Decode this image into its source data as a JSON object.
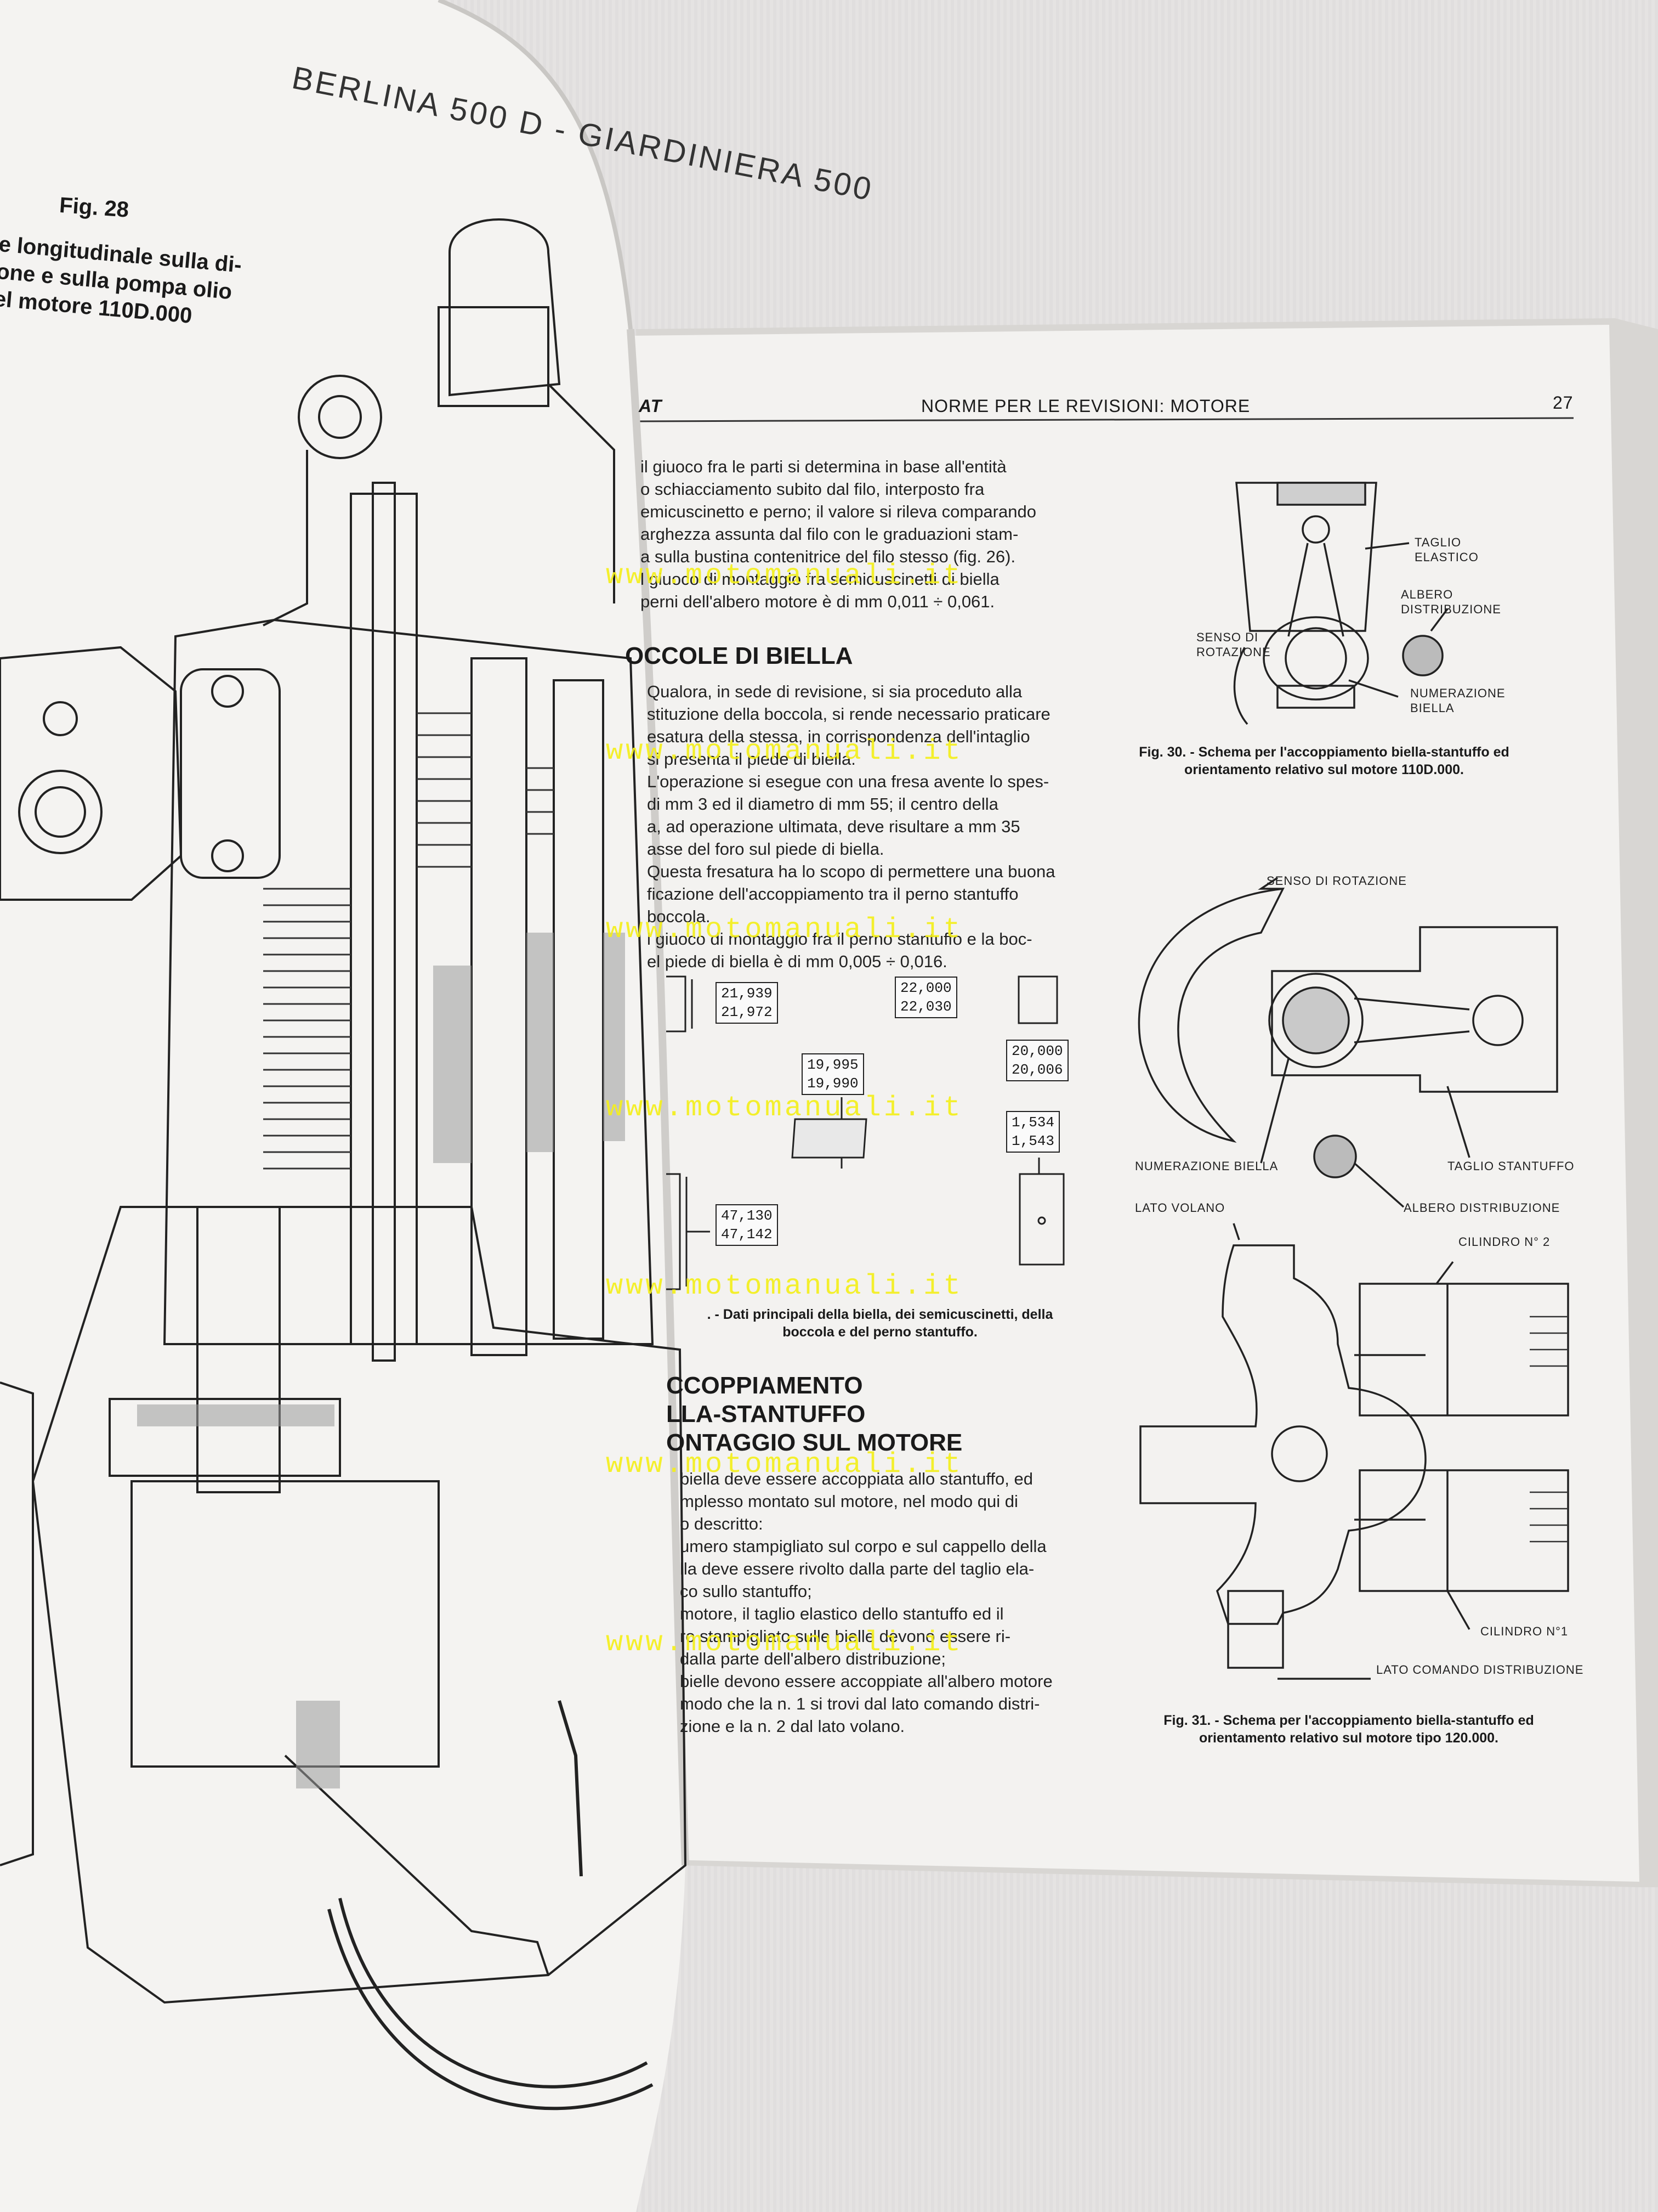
{
  "left_page": {
    "running_title": "BERLINA 500 D - GIARDINIERA 500",
    "figure_number": "Fig. 28",
    "figure_caption_lines": [
      "e longitudinale sulla di-",
      "one e sulla pompa olio",
      "el motore 110D.000"
    ]
  },
  "right_page": {
    "header_left": "AT",
    "header_center": "NORME PER LE REVISIONI: MOTORE",
    "page_number": "27",
    "intro_text": "il giuoco fra le parti si determina in base all'entità\no schiacciamento subito dal filo, interposto fra\nemicuscinetto e perno; il valore si rileva comparando\narghezza assunta dal filo con le graduazioni stam-\na sulla bustina contenitrice del filo stesso (fig. 26).\nl giuoco di montaggio fra semicuscinetti di biella\nperni dell'albero motore è di mm 0,011 ÷ 0,061.",
    "section1_title": "OCCOLE DI BIELLA",
    "section1_text": "Qualora, in sede di revisione, si sia proceduto alla\nstituzione della boccola, si rende necessario praticare\nesatura della stessa, in corrispondenza dell'intaglio\nsi presenta il piede di biella.\nL'operazione si esegue con una fresa avente lo spes-\ndi mm 3 ed il diametro di mm 55; il centro della\na, ad operazione ultimata, deve risultare a mm 35\nasse del foro sul piede di biella.\nQuesta fresatura ha lo scopo di permettere una buona\nficazione dell'accoppiamento tra il perno stantuffo\nboccola.\nl giuoco di montaggio fra il perno stantuffo e la boc-\nel piede di biella è di mm 0,005 ÷ 0,016.",
    "dimensions": {
      "d1": [
        "21,939",
        "21,972"
      ],
      "d2": [
        "22,000",
        "22,030"
      ],
      "d3": [
        "19,995",
        "19,990"
      ],
      "d4": [
        "20,000",
        "20,006"
      ],
      "d5": [
        "1,534",
        "1,543"
      ],
      "d6": [
        "47,130",
        "47,142"
      ]
    },
    "fig29_caption": ". - Dati principali della biella, dei semicuscinetti, della\nboccola e del perno stantuffo.",
    "section2_title": "CCOPPIAMENTO\nLLA-STANTUFFO\nONTAGGIO SUL MOTORE",
    "section2_text": "biella deve essere accoppiata allo stantuffo, ed\nmplesso montato sul motore, nel modo qui di\no descritto:\numero stampigliato sul corpo e sul cappello della\nlla deve essere rivolto dalla parte del taglio ela-\nco sullo stantuffo;\nmotore, il taglio elastico dello stantuffo ed il\nro stampigliato sulle bielle devono essere ri-\ndalla parte dell'albero distribuzione;\nbielle devono essere accoppiate all'albero motore\nmodo che la n. 1 si trovi dal lato comando distri-\nzione e la n. 2 dal lato volano.",
    "fig30": {
      "labels": {
        "taglio_elastico": "TAGLIO\nELASTICO",
        "albero_distribuzione": "ALBERO\nDISTRIBUZIONE",
        "senso_rotazione": "SENSO DI\nROTAZIONE",
        "numerazione_biella": "NUMERAZIONE\nBIELLA"
      },
      "caption": "Fig. 30. - Schema per l'accoppiamento biella-stantuffo ed\norientamento relativo sul motore 110D.000."
    },
    "fig31": {
      "labels": {
        "senso_rotazione": "SENSO DI ROTAZIONE",
        "numerazione_biella": "NUMERAZIONE BIELLA",
        "taglio_stantuffo": "TAGLIO STANTUFFO",
        "albero_distribuzione": "ALBERO DISTRIBUZIONE",
        "lato_volano": "LATO VOLANO",
        "cilindro_2": "CILINDRO N° 2",
        "cilindro_1": "CILINDRO N°1",
        "lato_comando": "LATO COMANDO DISTRIBUZIONE"
      },
      "caption": "Fig. 31. - Schema per l'accoppiamento biella-stantuffo ed\norientamento relativo sul motore tipo 120.000."
    }
  },
  "watermark_text": "www.motomanuali.it",
  "colors": {
    "watermark": "#f4ef1c",
    "paper": "#f2f1ef",
    "ink": "#1a1a1a",
    "background": "#e4e2e1"
  }
}
